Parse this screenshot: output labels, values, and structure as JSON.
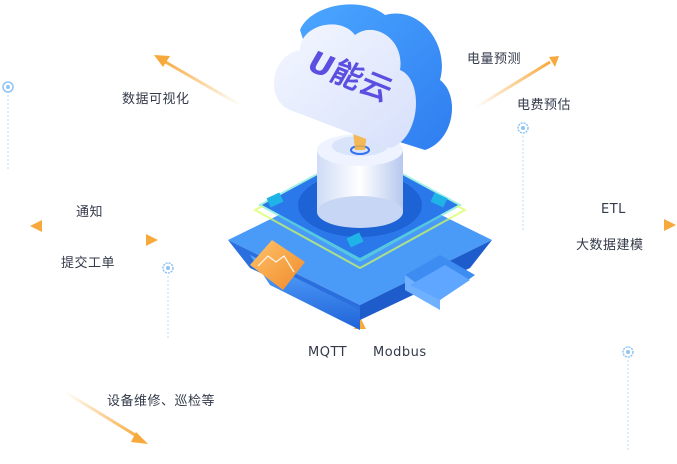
{
  "brand": {
    "logo_text": "U能云"
  },
  "labels": {
    "visualization": "数据可视化",
    "power_forecast": "电量预测",
    "cost_estimate": "电费预估",
    "etl": "ETL",
    "modeling": "大数据建模",
    "notify": "通知",
    "ticket": "提交工单",
    "mqtt": "MQTT",
    "modbus": "Modbus",
    "maintenance": "设备维修、巡检等"
  },
  "colors": {
    "arrow": "#f7a93b",
    "platform": "#2f7df0",
    "accent_glow": "#5ee6d0",
    "text": "#333a4a",
    "logo": "#5a4fe0"
  }
}
